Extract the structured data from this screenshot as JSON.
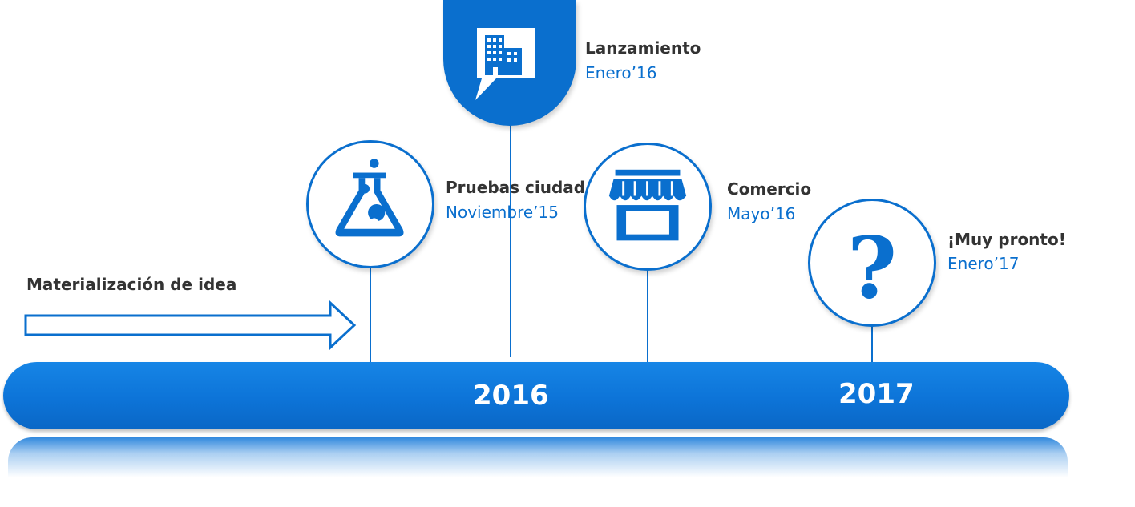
{
  "idea": {
    "label": "Materialización de idea"
  },
  "milestones": [
    {
      "title": "Pruebas ciudad",
      "date": "Noviembre’15",
      "icon": "flask-icon"
    },
    {
      "title": "Lanzamiento",
      "date": "Enero’16",
      "icon": "building-chat-icon"
    },
    {
      "title": "Comercio",
      "date": "Mayo’16",
      "icon": "storefront-icon"
    },
    {
      "title": "¡Muy pronto!",
      "date": "Enero’17",
      "icon": "question-mark-icon"
    }
  ],
  "timeline": {
    "years": [
      "2016",
      "2017"
    ]
  },
  "colors": {
    "accent": "#0a6fce",
    "text": "#333333",
    "background": "#ffffff"
  }
}
